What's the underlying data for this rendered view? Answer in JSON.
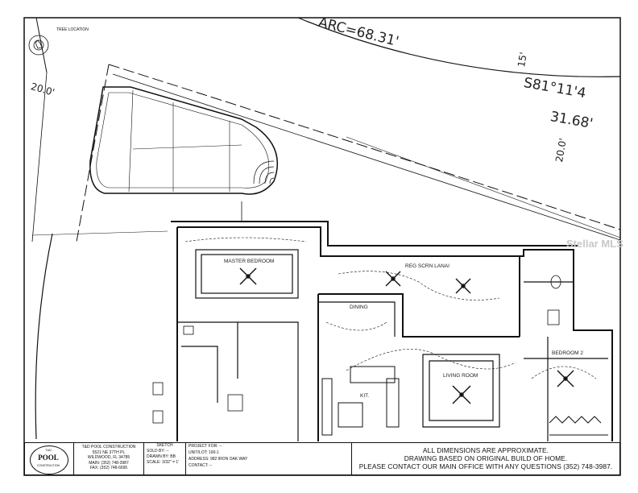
{
  "survey": {
    "arc_label": "ARC=68.31'",
    "bearing": "S81°11'4",
    "bearing_distance": "31.68'",
    "setback_left": "20.0'",
    "setback_right": "20.0'",
    "dim_15": "15'",
    "tree_location": "TREE LOCATION"
  },
  "rooms": {
    "master_bedroom": "MASTER BEDROOM",
    "lanai": "REG SCRN LANAI",
    "dining": "DINING",
    "living_room": "LIVING ROOM",
    "bedroom_2": "BEDROOM 2",
    "kit": "KIT."
  },
  "title_block": {
    "logo": "POOL",
    "logo_top": "T&D",
    "logo_bottom": "CONSTRUCTION",
    "company_name": "T&D POOL CONSTRUCTION",
    "company_address1": "5521 NE 37TH PL",
    "company_address2": "WILDWOOD, FL 34785",
    "company_main": "MAIN: (352) 748-3987",
    "company_fax": "FAX: (352) 748-6695",
    "sketch_header": "SKETCH",
    "sold_by": "SOLD BY: --",
    "drawn_by": "DRAWN BY: BB",
    "scale": "SCALE: 3/32\" = 1'",
    "project_for": "PROJECT FOR: --",
    "unit_lot": "UNIT/LOT: 190-1",
    "address": "ADDRESS: 982 IRON OAK WAY",
    "contact": "CONTACT: --",
    "note1": "ALL DIMENSIONS ARE APPROXIMATE.",
    "note2": "DRAWING BASED ON ORIGINAL BUILD OF HOME.",
    "note3": "PLEASE CONTACT OUR MAIN OFFICE WITH ANY QUESTIONS (352) 748-3987."
  },
  "watermark": "Stellar MLS"
}
